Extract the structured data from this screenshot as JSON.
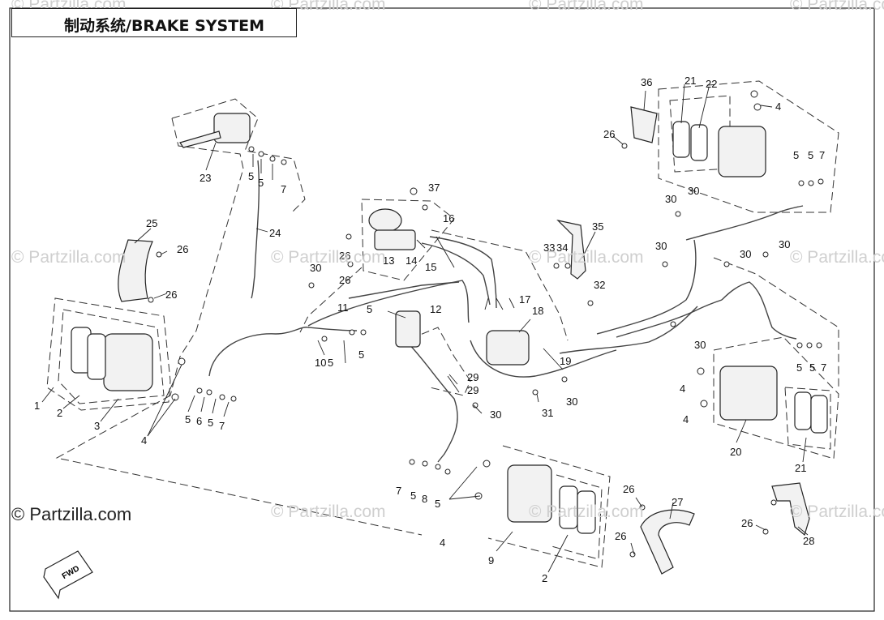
{
  "title": "制动系统/BRAKE SYSTEM",
  "watermark_text": "© Partzilla.com",
  "credit": "© Partzilla.com",
  "fwd_label": "FWD",
  "callouts": [
    "1",
    "2",
    "3",
    "4",
    "5",
    "6",
    "5",
    "7",
    "23",
    "5",
    "5",
    "7",
    "24",
    "25",
    "26",
    "26",
    "30",
    "26",
    "13",
    "14",
    "15",
    "16",
    "37",
    "26",
    "11",
    "5",
    "12",
    "10",
    "5",
    "5",
    "17",
    "18",
    "29",
    "29",
    "19",
    "31",
    "30",
    "30",
    "33",
    "34",
    "35",
    "32",
    "30",
    "30",
    "30",
    "36",
    "26",
    "21",
    "22",
    "4",
    "5",
    "5",
    "7",
    "30",
    "30",
    "30",
    "5",
    "5",
    "7",
    "4",
    "4",
    "20",
    "21",
    "7",
    "5",
    "8",
    "5",
    "4",
    "9",
    "2",
    "26",
    "27",
    "26",
    "26",
    "28"
  ]
}
